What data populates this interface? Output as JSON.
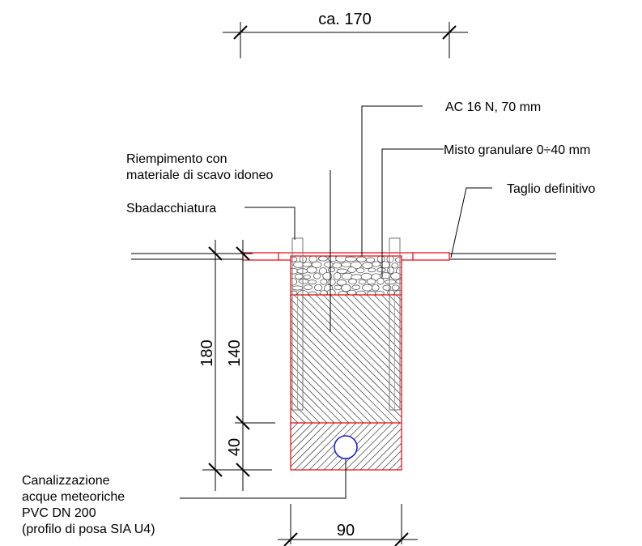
{
  "dimensions": {
    "top_width": "ca. 170",
    "total_depth": "180",
    "fill_depth": "140",
    "bedding_depth": "40",
    "trench_width": "90"
  },
  "labels": {
    "surface_layer": "AC 16 N, 70 mm",
    "base_layer": "Misto granulare 0÷40 mm",
    "final_cut": "Taglio definitivo",
    "backfill_line1": "Riempimento con",
    "backfill_line2": "materiale di scavo idoneo",
    "shoring": "Sbadacchiatura",
    "pipe_line1": "Canalizzazione",
    "pipe_line2": "acque meteoriche",
    "pipe_line3": "PVC DN 200",
    "pipe_line4": "(profilo di posa SIA U4)"
  },
  "colors": {
    "outline": "#e8000b",
    "pipe": "#1f1fd6",
    "lines": "#000000"
  }
}
